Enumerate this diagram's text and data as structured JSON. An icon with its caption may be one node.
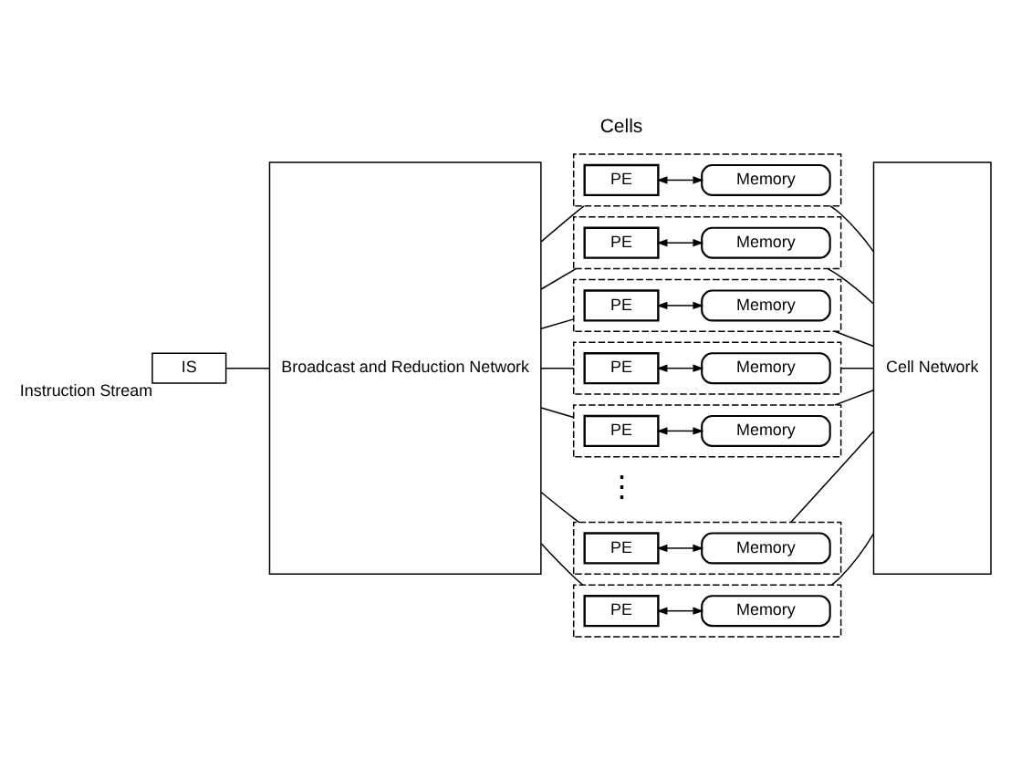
{
  "diagram": {
    "nodes": [
      {
        "text": [
          "IS"
        ],
        "beside": [
          "Instruction Stream"
        ]
      },
      {
        "text": [
          "Broadcast and Reduction Network"
        ]
      },
      {
        "text": [],
        "shape": "box"
      },
      {
        "text": [
          "PE"
        ],
        "in": 2
      },
      {
        "text": [
          "Memory"
        ],
        "in": 2
      },
      {
        "text": [],
        "shape": "box"
      },
      {
        "text": [
          "PE"
        ],
        "in": 5
      },
      {
        "text": [
          "Memory"
        ],
        "in": 5
      },
      {
        "text": [],
        "shape": "box"
      },
      {
        "text": [
          "PE"
        ],
        "in": 8
      },
      {
        "text": [
          "Memory"
        ],
        "in": 8
      },
      {
        "text": [],
        "shape": "box"
      },
      {
        "text": [
          "PE"
        ],
        "in": 11
      },
      {
        "text": [
          "Memory"
        ],
        "in": 11
      },
      {
        "text": [],
        "shape": "box"
      },
      {
        "text": [
          "PE"
        ],
        "in": 14
      },
      {
        "text": [
          "Memory"
        ],
        "in": 14
      },
      {
        "text": [],
        "shape": "box"
      },
      {
        "text": [
          "PE"
        ],
        "in": 17
      },
      {
        "text": [
          "Memory"
        ],
        "in": 17
      },
      {
        "text": [],
        "shape": "box"
      },
      {
        "text": [
          "PE"
        ],
        "in": 20
      },
      {
        "text": [
          "Memory"
        ],
        "in": 20
      },
      {
        "text": [
          "Cell Network"
        ]
      }
    ],
    "edges": [
      {
        "from": 0,
        "to": 1,
        "arrow": "none"
      },
      {
        "from": 1,
        "to": 2,
        "arrow": "none"
      },
      {
        "from": 3,
        "to": 4,
        "arrow": "both"
      },
      {
        "from": 2,
        "to": 23,
        "arrow": "none"
      },
      {
        "from": 1,
        "to": 5,
        "arrow": "none"
      },
      {
        "from": 6,
        "to": 7,
        "arrow": "both"
      },
      {
        "from": 5,
        "to": 23,
        "arrow": "none"
      },
      {
        "from": 1,
        "to": 8,
        "arrow": "none"
      },
      {
        "from": 9,
        "to": 10,
        "arrow": "both"
      },
      {
        "from": 8,
        "to": 23,
        "arrow": "none"
      },
      {
        "from": 1,
        "to": 11,
        "arrow": "none"
      },
      {
        "from": 12,
        "to": 13,
        "arrow": "both"
      },
      {
        "from": 11,
        "to": 23,
        "arrow": "none"
      },
      {
        "from": 1,
        "to": 14,
        "arrow": "none"
      },
      {
        "from": 15,
        "to": 16,
        "arrow": "both"
      },
      {
        "from": 14,
        "to": 23,
        "arrow": "none"
      },
      {
        "from": 1,
        "to": 17,
        "arrow": "none"
      },
      {
        "from": 18,
        "to": 19,
        "arrow": "both"
      },
      {
        "from": 17,
        "to": 23,
        "arrow": "none"
      },
      {
        "from": 1,
        "to": 20,
        "arrow": "none"
      },
      {
        "from": 21,
        "to": 22,
        "arrow": "both"
      },
      {
        "from": 20,
        "to": 23,
        "arrow": "none"
      }
    ],
    "labels": [
      "Cells",
      "⋮"
    ]
  }
}
